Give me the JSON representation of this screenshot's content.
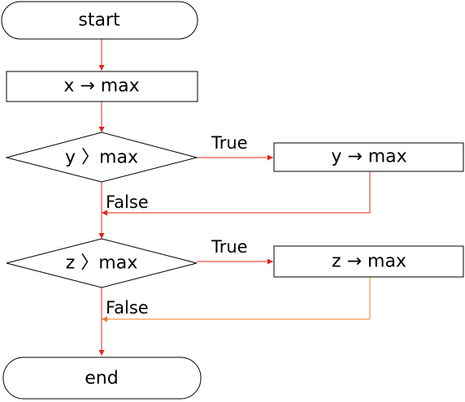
{
  "nodes": {
    "start": "start",
    "init": "x → max",
    "decision_y": "y 〉max",
    "assign_y": "y → max",
    "decision_z": "z 〉max",
    "assign_z": "z → max",
    "end": "end"
  },
  "edge_labels": {
    "y_true": "True",
    "y_false": "False",
    "z_true": "True",
    "z_false": "False"
  },
  "colors": {
    "main_edge": "#e8221b",
    "merge_edge_z": "#ef7b25"
  }
}
